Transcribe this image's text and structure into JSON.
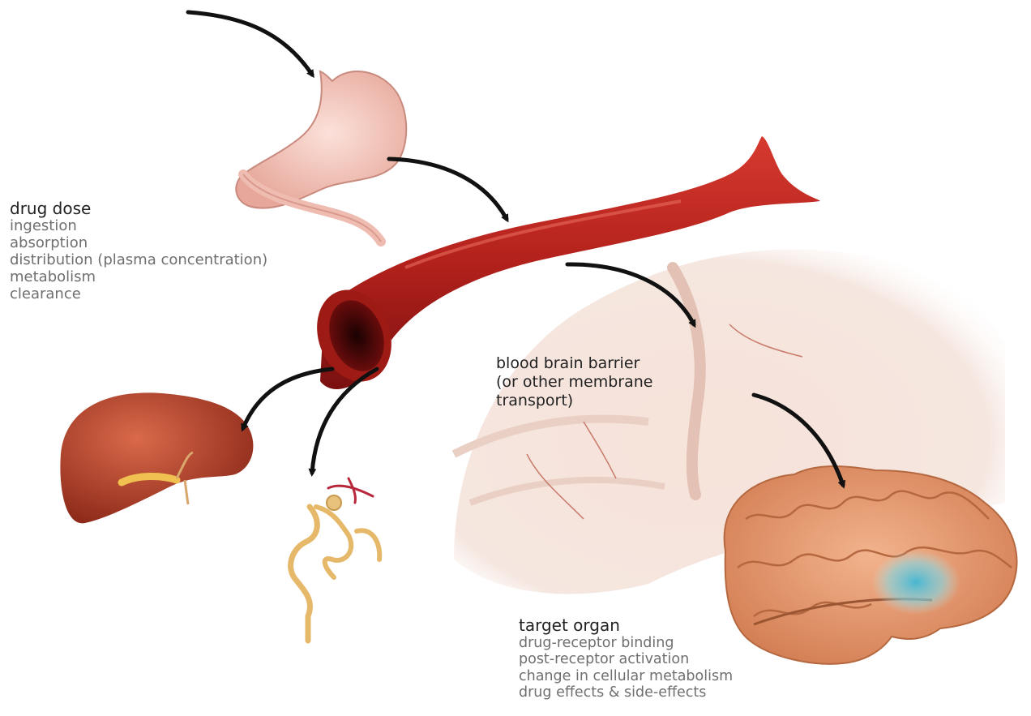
{
  "header_fragment": "",
  "drug_dose": {
    "title": "drug dose",
    "steps": [
      "ingestion",
      "absorption",
      "distribution (plasma concentration)",
      "metabolism",
      "clearance"
    ]
  },
  "barrier": {
    "lines": [
      "blood brain barrier",
      "(or other membrane",
      "transport)"
    ]
  },
  "target_organ": {
    "title": "target organ",
    "steps": [
      "drug-receptor binding",
      "post-receptor activation",
      "change in cellular metabolism",
      "drug effects & side-effects"
    ]
  },
  "colors": {
    "vessel": "#b3211c",
    "vessel_dark": "#5c0a0a",
    "stomach": "#f4c9bf",
    "liver": "#b8432c",
    "kidney_tubule": "#e6b86a",
    "brain": "#e39a73",
    "membrane": "#f3ddd2",
    "target_spot": "#6fd3e6",
    "arrow": "#111111"
  },
  "icons": [
    "stomach-illustration",
    "blood-vessel-illustration",
    "liver-illustration",
    "nephron-illustration",
    "brain-membrane-illustration",
    "brain-illustration",
    "flow-arrow"
  ]
}
